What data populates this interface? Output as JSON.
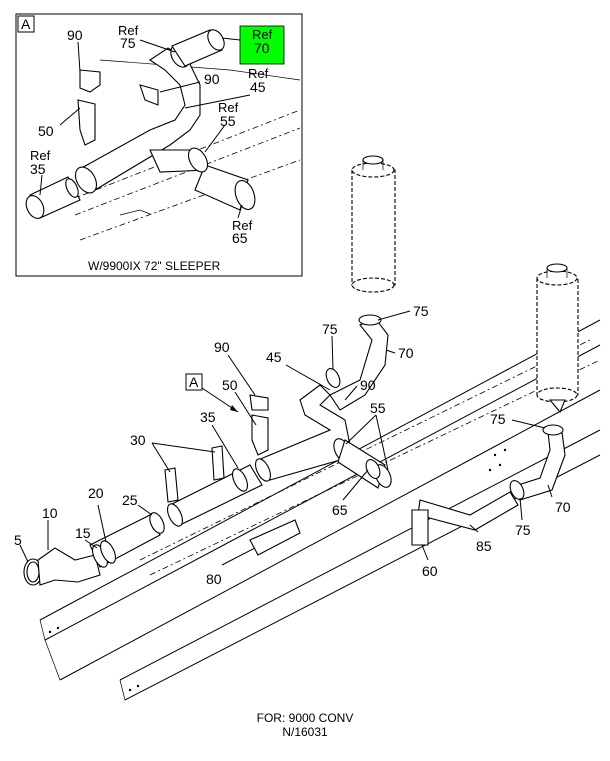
{
  "inset": {
    "tag": "A",
    "caption": "W/9900IX 72\" SLEEPER",
    "callouts": {
      "c90": "90",
      "c75_ref": "Ref",
      "c75": "75",
      "c70_ref": "Ref",
      "c70": "70",
      "c90b": "90",
      "c45_ref": "Ref",
      "c45": "45",
      "c50": "50",
      "c55_ref": "Ref",
      "c55": "55",
      "c35_ref": "Ref",
      "c35": "35",
      "c65_ref": "Ref",
      "c65": "65"
    },
    "highlight_color": "#00ff00"
  },
  "main": {
    "tag": "A",
    "callouts": {
      "c5": "5",
      "c10": "10",
      "c15": "15",
      "c20": "20",
      "c25": "25",
      "c30": "30",
      "c35": "35",
      "c45": "45",
      "c50": "50",
      "c55": "55",
      "c60": "60",
      "c65": "65",
      "c70a": "70",
      "c70b": "70",
      "c75a": "75",
      "c75b": "75",
      "c75c": "75",
      "c75d": "75",
      "c80": "80",
      "c85": "85",
      "c90a": "90",
      "c90b": "90"
    }
  },
  "footer": {
    "line1": "FOR: 9000 CONV",
    "line2": "N/16031"
  }
}
